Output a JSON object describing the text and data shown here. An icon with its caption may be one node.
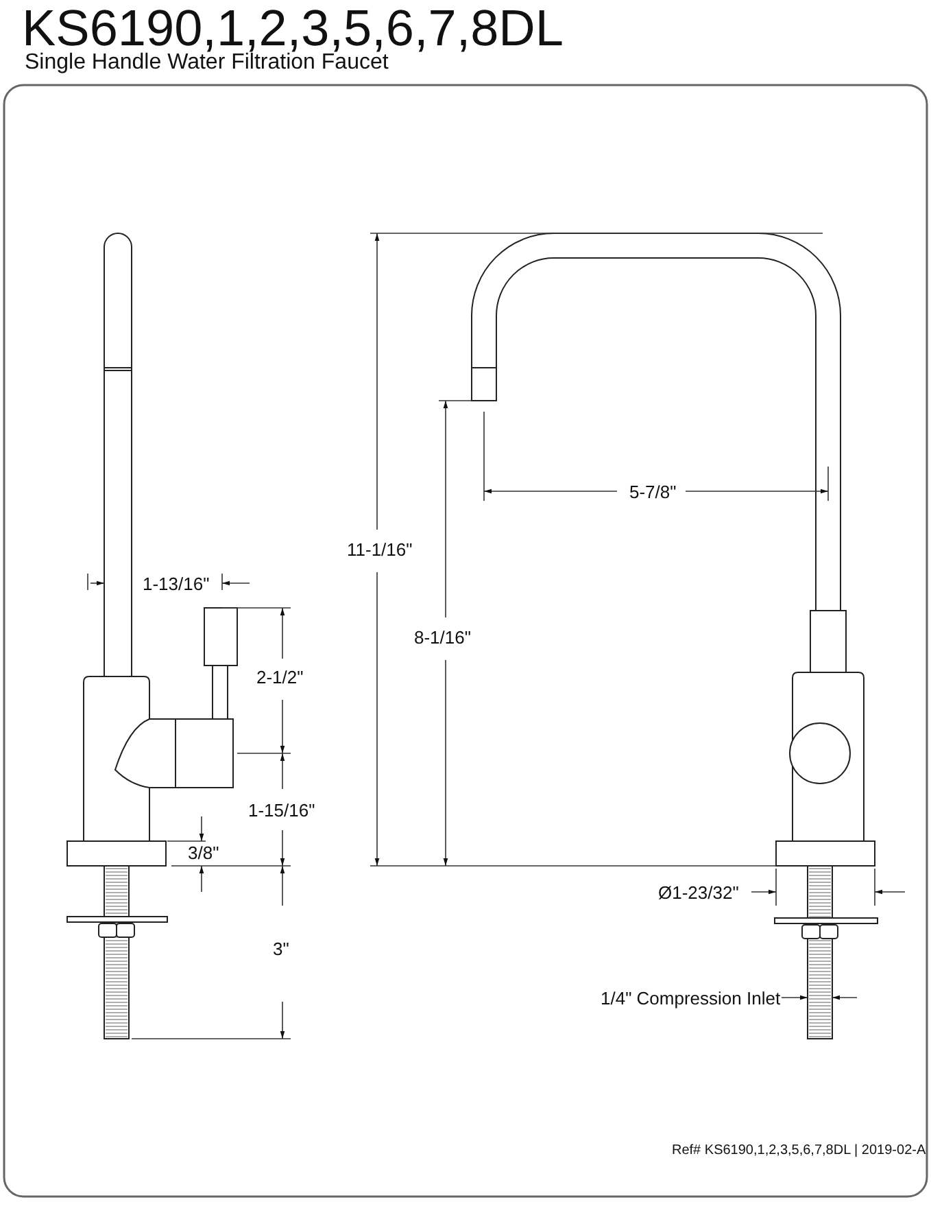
{
  "diagram": {
    "title": "KS6190,1,2,3,5,6,7,8DL",
    "labels": [
      "Single Handle Water Filtration Faucet",
      "1-13/16\"",
      "2-1/2\"",
      "1-15/16\"",
      "3/8\"",
      "3\"",
      "11-1/16\"",
      "8-1/16\"",
      "5-7/8\"",
      "Ø1-23/32\"",
      "1/4\" Compression Inlet",
      "Ref# KS6190,1,2,3,5,6,7,8DL | 2019-02-A"
    ]
  }
}
